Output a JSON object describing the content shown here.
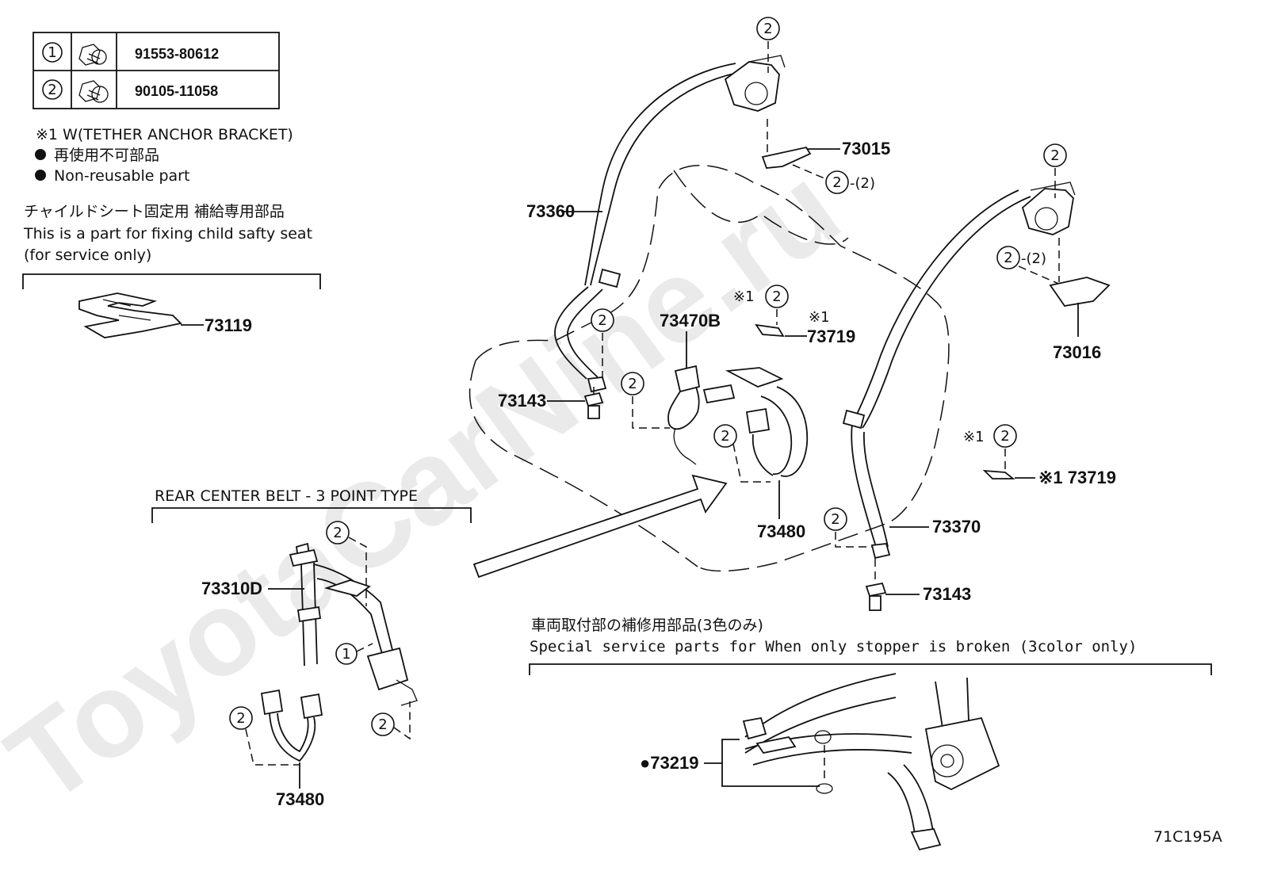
{
  "watermark": "ToyotaCarNine.ru",
  "fastener_table": [
    {
      "index": "1",
      "part_no": "91553-80612"
    },
    {
      "index": "2",
      "part_no": "90105-11058"
    }
  ],
  "notes": {
    "tether": "※1 W(TETHER ANCHOR BRACKET)",
    "non_reusable_jp": "再使用不可部品",
    "non_reusable_en": "Non-reusable part",
    "child_seat_jp": "チャイルドシート固定用  補給専用部品",
    "child_seat_en1": "This is a part for fixing child safty seat",
    "child_seat_en2": "(for service only)",
    "rear_center": "REAR CENTER BELT - 3 POINT TYPE",
    "special_jp": "車両取付部の補修用部品(3色のみ)",
    "special_en": "Special   service   parts   for   When   only   stopper   is   broken   (3color   only)",
    "figure_code": "71C195A"
  },
  "parts": {
    "p73119": "73119",
    "p73360": "73360",
    "p73015": "73015",
    "p73016": "73016",
    "p73143_left": "73143",
    "p73470B": "73470B",
    "p73719_top": "73719",
    "p73719_right": "※1 73719",
    "p73480_main": "73480",
    "p73370": "73370",
    "p73143_right": "73143",
    "p73310D": "73310D",
    "p73480_inset": "73480",
    "p73219": "●73219"
  },
  "callouts": {
    "two": "2",
    "one": "1",
    "qty2": "-(2)",
    "ref1": "※1"
  }
}
